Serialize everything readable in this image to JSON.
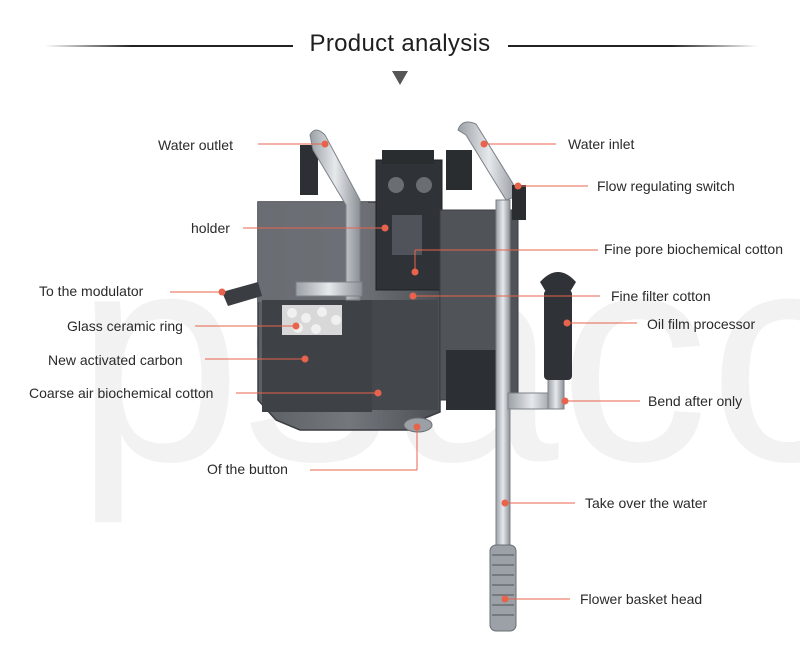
{
  "title": "Product analysis",
  "watermark": "psacc",
  "colors": {
    "accent": "#e8634c",
    "divider": "#222222",
    "body_dark": "#3a3d41",
    "body_mid": "#55595e"
  },
  "labels": {
    "water_outlet": "Water outlet",
    "water_inlet": "Water inlet",
    "flow_switch": "Flow regulating switch",
    "holder": "holder",
    "fine_pore": "Fine pore biochemical cotton",
    "modulator": "To the modulator",
    "fine_filter": "Fine filter cotton",
    "glass_ring": "Glass ceramic ring",
    "oil_film": "Oil film processor",
    "activated_carbon": "New activated carbon",
    "coarse_cotton": "Coarse air biochemical cotton",
    "bend": "Bend after only",
    "button": "Of the button",
    "take_water": "Take over the water",
    "basket": "Flower basket head"
  }
}
